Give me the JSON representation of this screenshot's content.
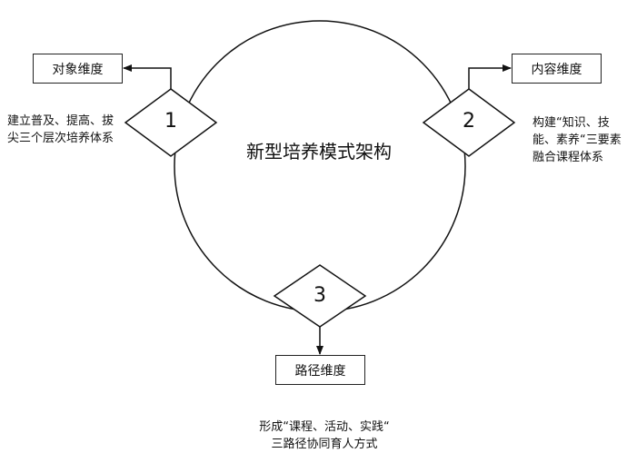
{
  "title": "新型培养模式架构",
  "nodes": [
    {
      "id": "1",
      "number": "1",
      "box": "对象维度",
      "desc_lines": [
        "建立普及、提高、拔",
        "尖三个层次培养体系"
      ]
    },
    {
      "id": "2",
      "number": "2",
      "box": "内容维度",
      "desc_lines": [
        "构建“知识、技",
        "能、素养“三要素",
        "融合课程体系"
      ]
    },
    {
      "id": "3",
      "number": "3",
      "box": "路径维度",
      "desc_lines": [
        "形成“课程、活动、实践“",
        "三路径协同育人方式"
      ]
    }
  ]
}
